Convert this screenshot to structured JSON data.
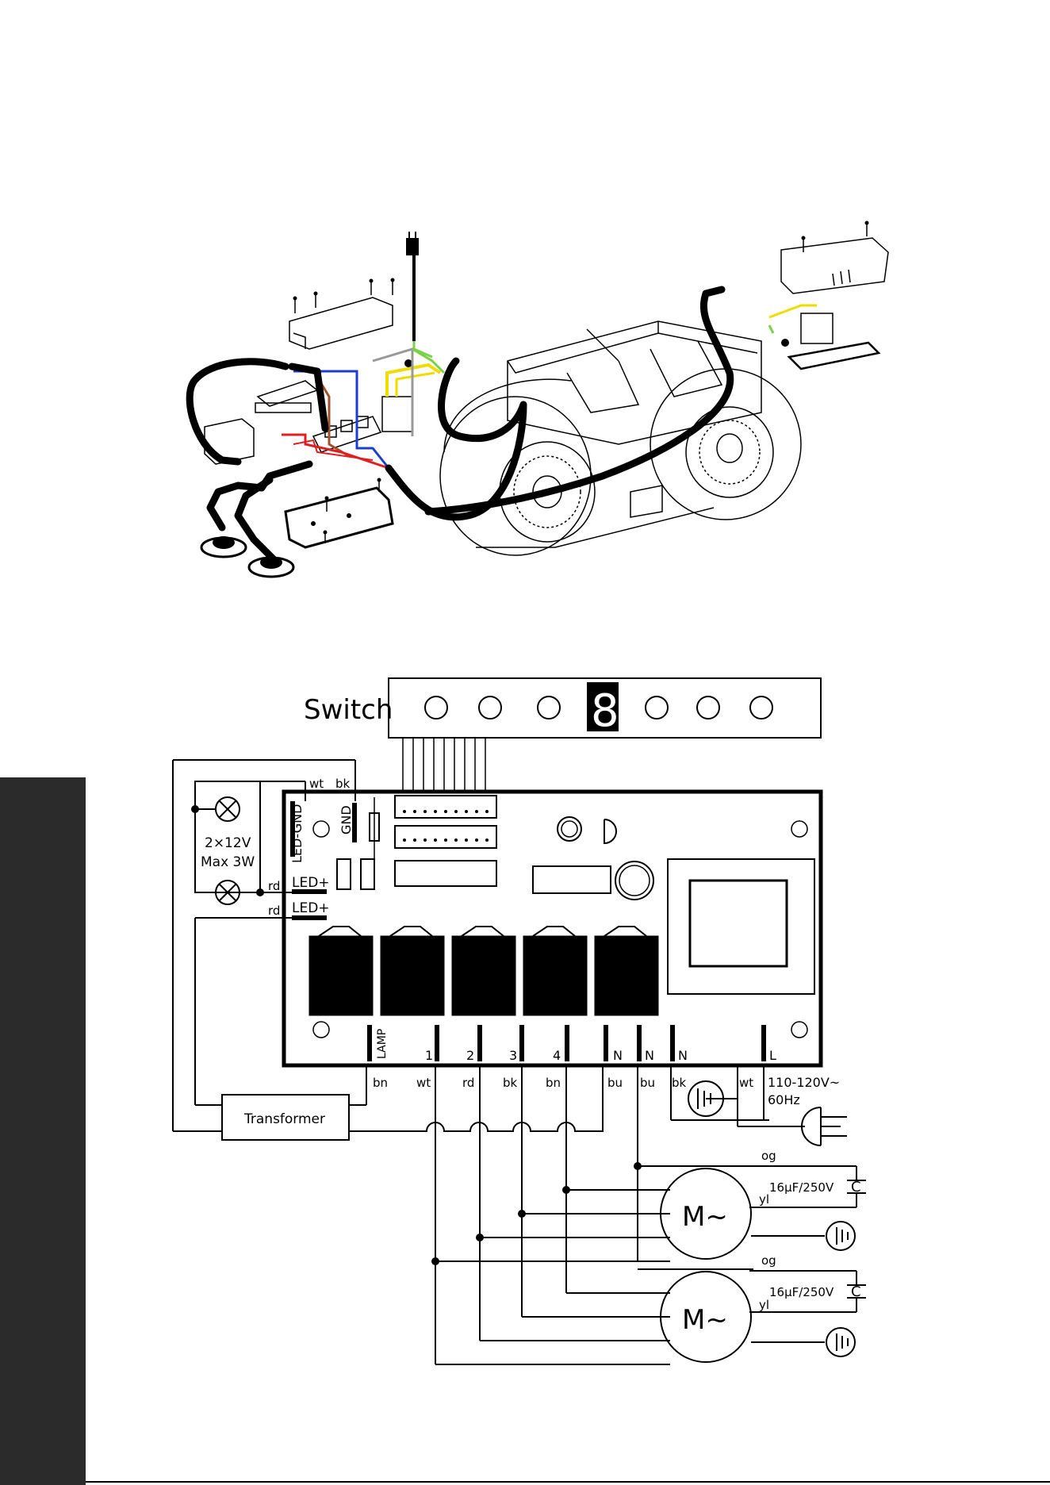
{
  "switch_panel": {
    "label": "Switch",
    "display": "8"
  },
  "pcb": {
    "label_led_gnd": "LED-GND",
    "label_gnd": "GND",
    "label_led_plus_1": "LED+",
    "label_led_plus_2": "LED+",
    "label_lamp": "LAMP",
    "terminals": [
      "1",
      "2",
      "3",
      "4",
      "N",
      "N",
      "N",
      "L"
    ]
  },
  "wire_colors": {
    "wt_top": "wt",
    "bk_top": "bk",
    "rd_1": "rd",
    "rd_2": "rd",
    "bottom": [
      "bn",
      "wt",
      "rd",
      "bk",
      "bn",
      "bu",
      "bu",
      "bk",
      "wt"
    ]
  },
  "lamp": {
    "line1": "2×12V",
    "line2": "Max 3W"
  },
  "transformer": {
    "label": "Transformer"
  },
  "mains": {
    "line1": "110-120V~",
    "line2": "60Hz"
  },
  "motors": [
    {
      "label": "M~",
      "og": "og",
      "yl": "yl",
      "capacitor": "16μF/250V",
      "cap_symbol": "C"
    },
    {
      "label": "M~",
      "og": "og",
      "yl": "yl",
      "capacitor": "16μF/250V",
      "cap_symbol": "C"
    }
  ],
  "colors": {
    "sidebar": "#2b2b2b",
    "wire_red": "#e02020",
    "wire_blue": "#1a3fd0",
    "wire_yellow": "#f0dc00",
    "wire_green": "#7bd04a",
    "wire_brown": "#a0522d"
  }
}
